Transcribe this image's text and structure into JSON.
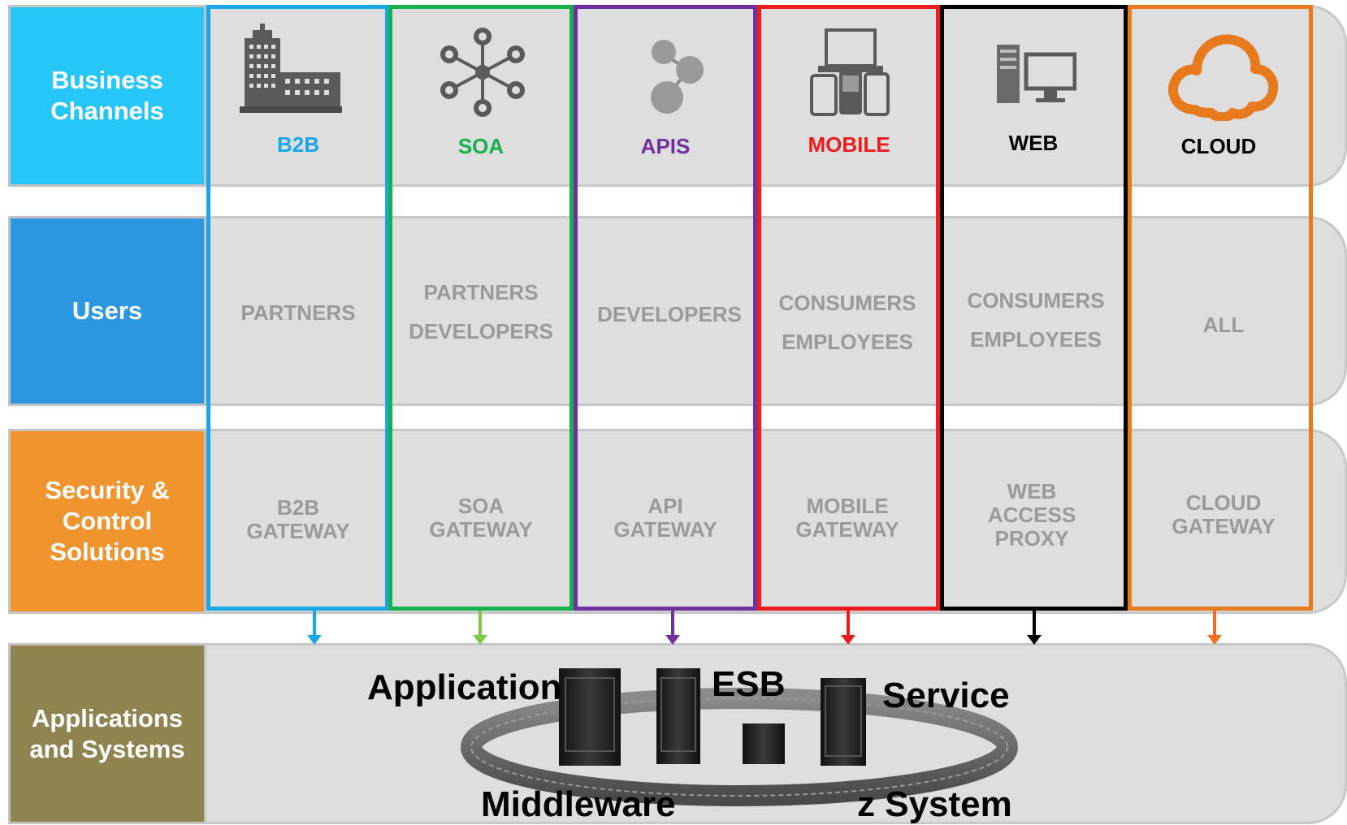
{
  "rows": {
    "channels": "Business\nChannels",
    "users": "Users",
    "security": "Security &\nControl\nSolutions",
    "apps": "Applications\nand Systems"
  },
  "columns": [
    {
      "channel": "B2B",
      "color": "#1aa7e8",
      "icon": "office-building-icon",
      "users": [
        "PARTNERS"
      ],
      "gateway": [
        "B2B",
        "GATEWAY"
      ],
      "arrow_color": "#1aa7e8"
    },
    {
      "channel": "SOA",
      "color": "#16b04c",
      "icon": "service-network-icon",
      "users": [
        "PARTNERS",
        "DEVELOPERS"
      ],
      "gateway": [
        "SOA",
        "GATEWAY"
      ],
      "arrow_color": "#7ccc45"
    },
    {
      "channel": "APIS",
      "color": "#7030a0",
      "icon": "api-nodes-icon",
      "users": [
        "DEVELOPERS"
      ],
      "gateway": [
        "API",
        "GATEWAY"
      ],
      "arrow_color": "#7030a0"
    },
    {
      "channel": "MOBILE",
      "color": "#ee1c1c",
      "icon": "devices-icon",
      "users": [
        "CONSUMERS",
        "EMPLOYEES"
      ],
      "gateway": [
        "MOBILE",
        "GATEWAY"
      ],
      "arrow_color": "#ee1c1c"
    },
    {
      "channel": "WEB",
      "color": "#000000",
      "icon": "desktop-computer-icon",
      "users": [
        "CONSUMERS",
        "EMPLOYEES"
      ],
      "gateway": [
        "WEB",
        "ACCESS",
        "PROXY"
      ],
      "arrow_color": "#000000"
    },
    {
      "channel": "CLOUD",
      "color": "#e87a1e",
      "icon": "cloud-icon",
      "users": [
        "ALL"
      ],
      "gateway": [
        "CLOUD",
        "GATEWAY"
      ],
      "arrow_color": "#f26d21"
    }
  ],
  "middleware": {
    "application": "Application",
    "esb": "ESB",
    "service": "Service",
    "middleware": "Middleware",
    "zsystem": "z System"
  },
  "colors": {
    "channels_bg": "#26c6f9",
    "users_bg": "#2b97e0",
    "security_bg": "#f0942f",
    "apps_bg": "#8f8450"
  }
}
